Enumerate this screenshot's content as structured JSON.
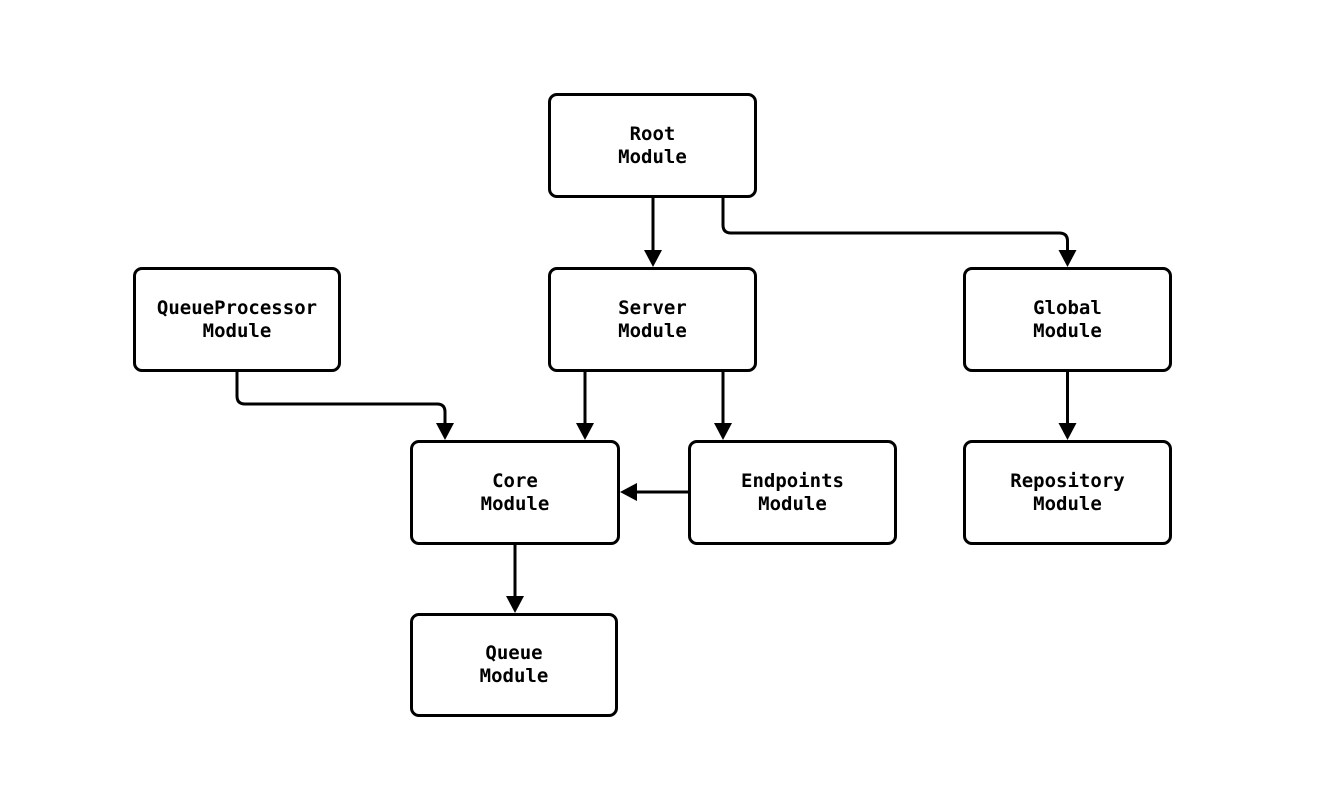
{
  "nodes": [
    {
      "id": "root",
      "line1": "Root",
      "line2": "Module"
    },
    {
      "id": "queueprocessor",
      "line1": "QueueProcessor",
      "line2": "Module"
    },
    {
      "id": "server",
      "line1": "Server",
      "line2": "Module"
    },
    {
      "id": "global",
      "line1": "Global",
      "line2": "Module"
    },
    {
      "id": "core",
      "line1": "Core",
      "line2": "Module"
    },
    {
      "id": "endpoints",
      "line1": "Endpoints",
      "line2": "Module"
    },
    {
      "id": "repository",
      "line1": "Repository",
      "line2": "Module"
    },
    {
      "id": "queue",
      "line1": "Queue",
      "line2": "Module"
    }
  ],
  "edges": [
    {
      "from": "Root Module",
      "to": "Server Module"
    },
    {
      "from": "Root Module",
      "to": "Global Module"
    },
    {
      "from": "QueueProcessor Module",
      "to": "Core Module"
    },
    {
      "from": "Server Module",
      "to": "Core Module"
    },
    {
      "from": "Server Module",
      "to": "Endpoints Module"
    },
    {
      "from": "Endpoints Module",
      "to": "Core Module"
    },
    {
      "from": "Core Module",
      "to": "Queue Module"
    },
    {
      "from": "Global Module",
      "to": "Repository Module"
    }
  ],
  "colors": {
    "background": "#ffffff",
    "node_fill": "#ffffff",
    "node_border": "#000000",
    "edge_line": "#000000",
    "text": "#000000"
  }
}
